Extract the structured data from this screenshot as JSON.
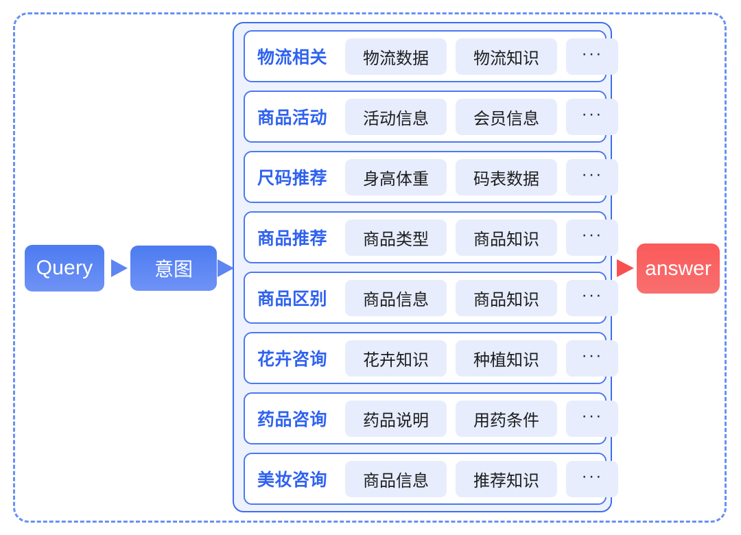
{
  "flow": {
    "query_label": "Query",
    "intent_label": "意图",
    "answer_label": "answer",
    "arrow_query_to_intent": "arrow-right",
    "arrow_intent_to_group": "arrow-right",
    "arrow_group_to_answer": "arrow-right"
  },
  "colors": {
    "node_blue": "#4c7bf0",
    "node_blue_light": "#6f93f6",
    "answer_red": "#fa5a5a",
    "answer_red_light": "#f96f6f",
    "frame_dashed": "#6690f5",
    "panel_border": "#3c6df0",
    "panel_bg": "#eef2fe",
    "row_border": "#4a78f2",
    "row_label_text": "#2f62ef",
    "pill_bg": "#e7edfd",
    "pill_text": "#1d1d1f"
  },
  "ellipsis": "···",
  "intents": [
    {
      "label": "物流相关",
      "slots": [
        "物流数据",
        "物流知识"
      ]
    },
    {
      "label": "商品活动",
      "slots": [
        "活动信息",
        "会员信息"
      ]
    },
    {
      "label": "尺码推荐",
      "slots": [
        "身高体重",
        "码表数据"
      ]
    },
    {
      "label": "商品推荐",
      "slots": [
        "商品类型",
        "商品知识"
      ]
    },
    {
      "label": "商品区别",
      "slots": [
        "商品信息",
        "商品知识"
      ]
    },
    {
      "label": "花卉咨询",
      "slots": [
        "花卉知识",
        "种植知识"
      ]
    },
    {
      "label": "药品咨询",
      "slots": [
        "药品说明",
        "用药条件"
      ]
    },
    {
      "label": "美妆咨询",
      "slots": [
        "商品信息",
        "推荐知识"
      ]
    }
  ]
}
